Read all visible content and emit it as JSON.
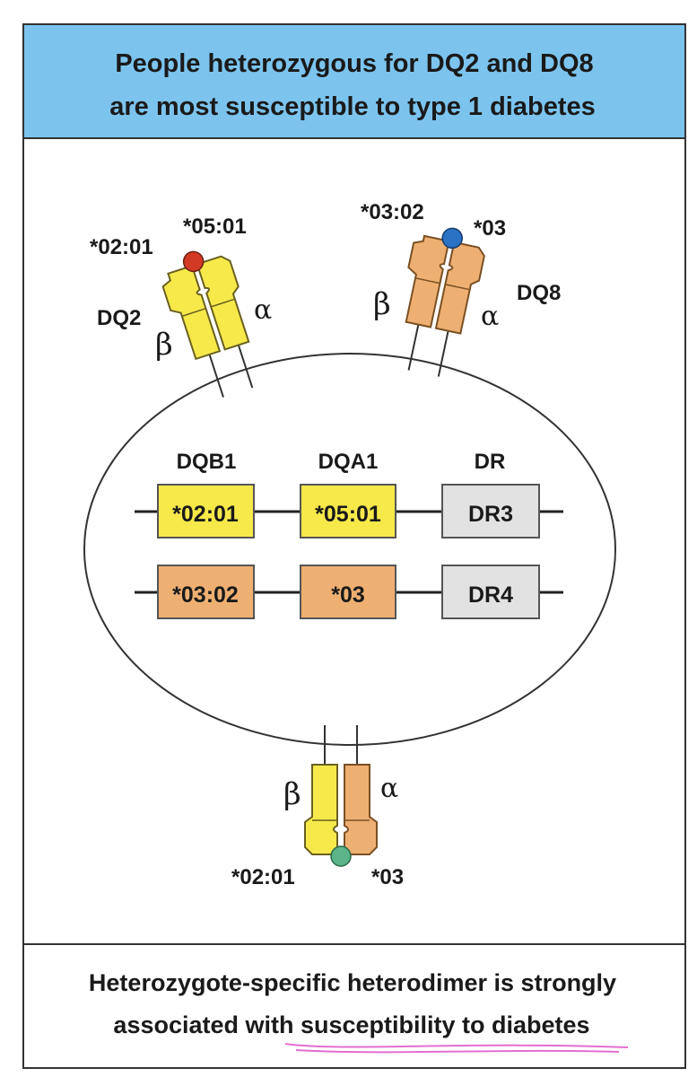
{
  "header": {
    "title_line1": "People heterozygous for DQ2 and DQ8",
    "title_line2": "are most susceptible to type 1 diabetes",
    "background": "#7cc4ee"
  },
  "footer": {
    "line1": "Heterozygote-specific heterodimer is strongly",
    "line2": "associated with susceptibility to diabetes",
    "highlight_color": "#e36fd0"
  },
  "colors": {
    "dq2_yellow": "#f7e94a",
    "dq8_orange": "#eeb072",
    "dr_gray": "#e2e2e2",
    "peptide_red": "#d23a25",
    "peptide_blue": "#2a72c4",
    "peptide_green": "#5cb58a"
  },
  "molecules": {
    "dq2": {
      "name": "DQ2",
      "beta_allele": "*02:01",
      "alpha_allele": "*05:01",
      "beta_symbol": "β",
      "alpha_symbol": "α"
    },
    "dq8": {
      "name": "DQ8",
      "beta_allele": "*03:02",
      "alpha_allele": "*03",
      "beta_symbol": "β",
      "alpha_symbol": "α"
    },
    "hetero": {
      "beta_allele": "*02:01",
      "alpha_allele": "*03",
      "beta_symbol": "β",
      "alpha_symbol": "α"
    }
  },
  "genes": {
    "columns": [
      "DQB1",
      "DQA1",
      "DR"
    ],
    "row1": [
      "*02:01",
      "*05:01",
      "DR3"
    ],
    "row2": [
      "*03:02",
      "*03",
      "DR4"
    ]
  }
}
